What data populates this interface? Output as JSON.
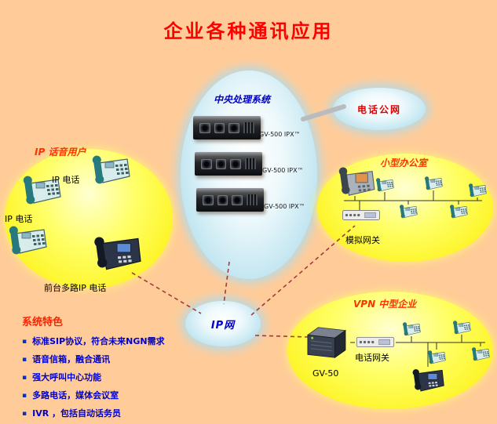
{
  "title": "企业各种通讯应用",
  "icons": {
    "bullet": "▪"
  },
  "colors": {
    "background": "#FFCC99",
    "title_red": "#FF0000",
    "group_label_red": "#FF3300",
    "feature_blue": "#0000CC",
    "ellipse_yellow": "#FFFF33",
    "cloud_blue": "#B9E2EF"
  },
  "central_system": {
    "label": "中央处理系统",
    "servers": [
      {
        "model": "GV-500 IPX™"
      },
      {
        "model": "GV-500 IPX™"
      },
      {
        "model": "GV-500 IPX™"
      }
    ]
  },
  "pstn_cloud": {
    "label": "电话公网"
  },
  "ip_net_cloud": {
    "label": "IP网"
  },
  "ip_users_group": {
    "label": "IP 话音用户",
    "phone_labels": [
      "IP 电话",
      "IP 电话"
    ],
    "front_desk_label": "前台多路IP 电话"
  },
  "small_office_group": {
    "label": "小型办公室",
    "gateway_label": "模拟网关"
  },
  "vpn_group": {
    "label": "VPN 中型企业",
    "gateway_label": "电话网关",
    "device_label": "GV-50"
  },
  "features": {
    "heading": "系统特色",
    "items": [
      "标准SIP协议，符合未来NGN需求",
      "语音信箱，融合通讯",
      "强大呼叫中心功能",
      "多路电话，媒体会议室",
      "IVR ，包括自动话务员"
    ]
  }
}
